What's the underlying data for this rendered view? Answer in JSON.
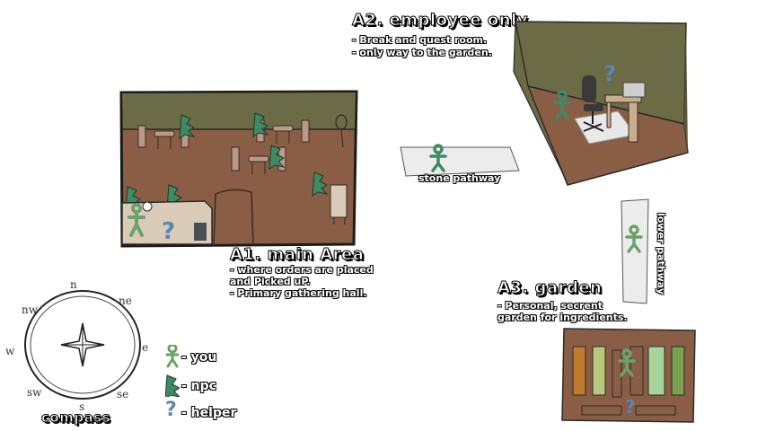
{
  "areas": {
    "a1": {
      "title": "A1. main Area",
      "lines": [
        "- where orders are placed",
        "and Picked uP.",
        "- Primary gathering hall."
      ]
    },
    "a2": {
      "title": "A2. employee only",
      "lines": [
        "- Break and quest room.",
        "- only way to the garden."
      ]
    },
    "a3": {
      "title": "A3. garden",
      "lines": [
        "- Personal, secrent",
        "garden for ingredients."
      ]
    }
  },
  "paths": {
    "stone": "stone pathway",
    "lower": "lower pathway"
  },
  "compass": {
    "label": "compass",
    "dirs": {
      "n": "n",
      "ne": "ne",
      "e": "e",
      "se": "se",
      "s": "s",
      "sw": "sw",
      "w": "w",
      "nw": "nw"
    }
  },
  "legend": {
    "you": "- you",
    "npc": "- npc",
    "helper": "- helper"
  },
  "colors": {
    "you": "#6aa36a",
    "npc": "#3f8a64",
    "helper": "#5a86b0",
    "wall": "#6b6b45",
    "floor": "#8a5e45"
  }
}
